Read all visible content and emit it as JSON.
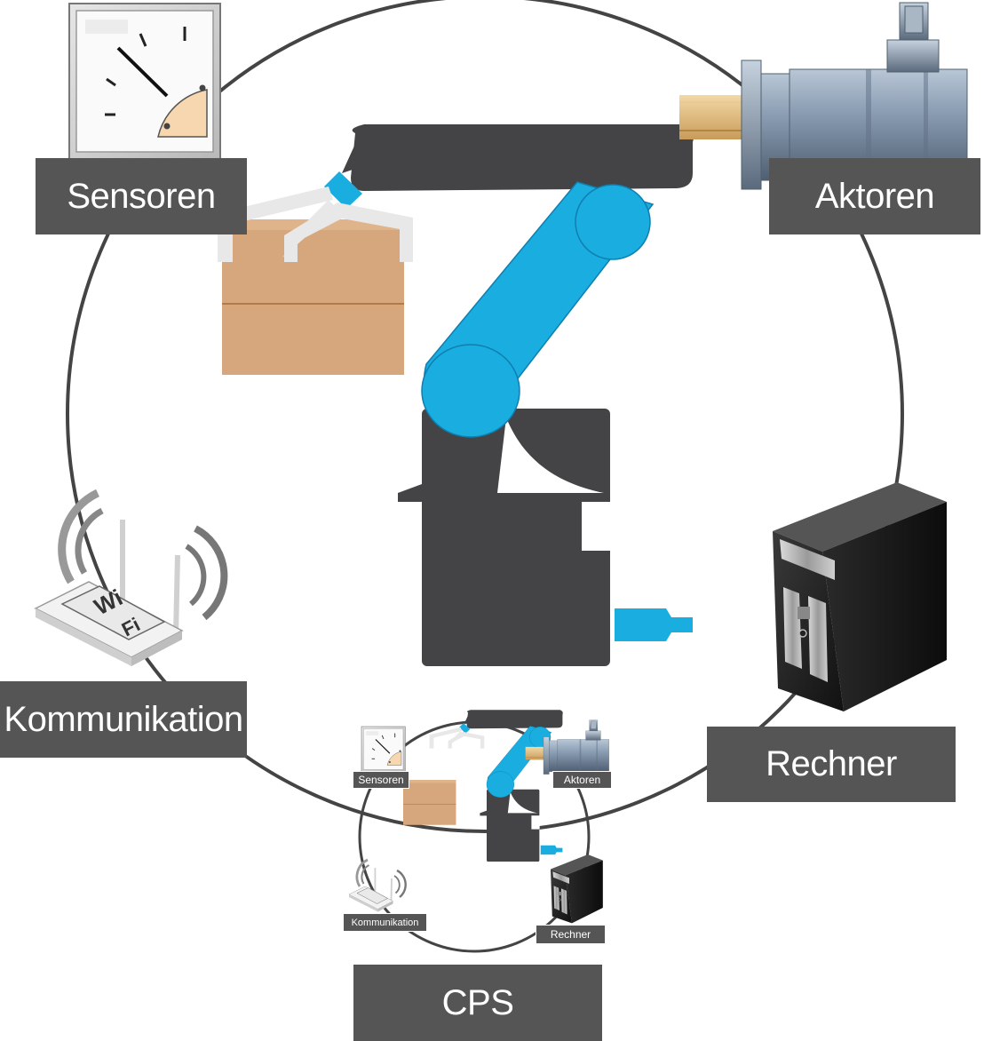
{
  "diagram": {
    "colors": {
      "circle": "#444444",
      "label_bg": "#555555",
      "label_text": "#ffffff",
      "robot_dark": "#444446",
      "robot_blue": "#1aade0",
      "box": "#d6a77c"
    },
    "labels": {
      "sensoren": "Sensoren",
      "aktoren": "Aktoren",
      "rechner": "Rechner",
      "kommunikation": "Kommunikation",
      "cps": "CPS"
    },
    "mini_labels": {
      "sensoren": "Sensoren",
      "aktoren": "Aktoren",
      "rechner": "Rechner",
      "kommunikation": "Kommunikation"
    },
    "wifi_text": {
      "wi": "Wi",
      "fi": "Fi"
    },
    "icons": [
      "gauge-icon",
      "servo-motor-icon",
      "computer-tower-icon",
      "wifi-router-icon",
      "robot-arm-icon",
      "cardboard-box-icon"
    ]
  }
}
